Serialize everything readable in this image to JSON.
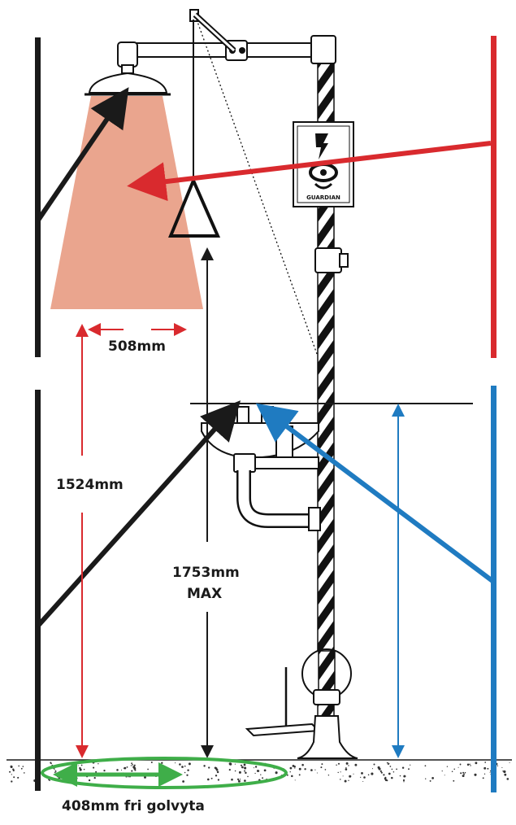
{
  "labels": {
    "spray_width": "508mm",
    "shower_height": "1524mm",
    "eyewash_height_value": "1753mm",
    "eyewash_height_suffix": "MAX",
    "floor_clearance": "408mm fri golvyta"
  },
  "sign": {
    "brand": "GUARDIAN"
  },
  "colors": {
    "red": "#d92a2e",
    "blue": "#1f7bc1",
    "green": "#3fae49",
    "black": "#1a1a1a",
    "spray": "#eaa58e",
    "pipe": "#ffffff"
  },
  "icons": {
    "shower_head": "shower-head-icon",
    "pull_handle": "triangle-pull-handle-icon",
    "sign": "emergency-shower-sign-icon",
    "eyewash": "eyewash-bowl-icon",
    "foot_pedal": "foot-pedal-icon"
  }
}
